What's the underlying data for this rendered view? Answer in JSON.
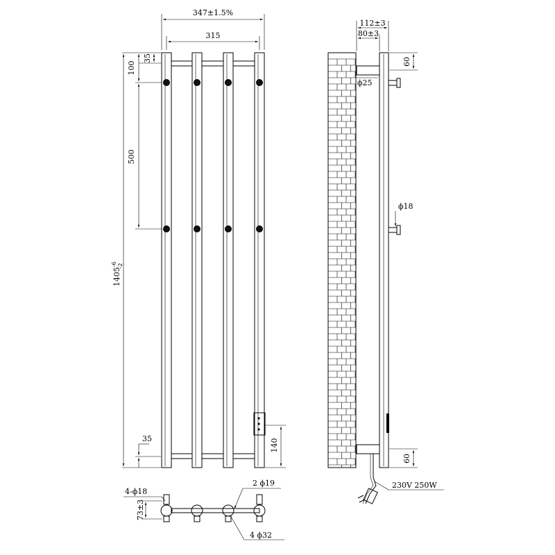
{
  "front_view": {
    "overall_width": "347±1.5%",
    "bar_span": "315",
    "top_offset": "35",
    "first_mount": "100",
    "mount_spacing": "500",
    "height_base": "1405",
    "height_tol_upper": "-6",
    "height_tol_lower": "-2",
    "bottom_offset": "35",
    "control_height": "140"
  },
  "side_view": {
    "total_depth": "112±3",
    "wall_depth": "80±3",
    "top_clearance": "60",
    "bottom_clearance": "60",
    "tube_dia": "ϕ25",
    "bracket_dia": "ϕ18",
    "power_spec": "230V 250W"
  },
  "plan_view": {
    "legs": "4-ϕ18",
    "rails": "2 ϕ19",
    "depth": "73±3",
    "columns": "4 ϕ32"
  },
  "colors": {
    "line": "#000000",
    "brick": "#555555"
  }
}
